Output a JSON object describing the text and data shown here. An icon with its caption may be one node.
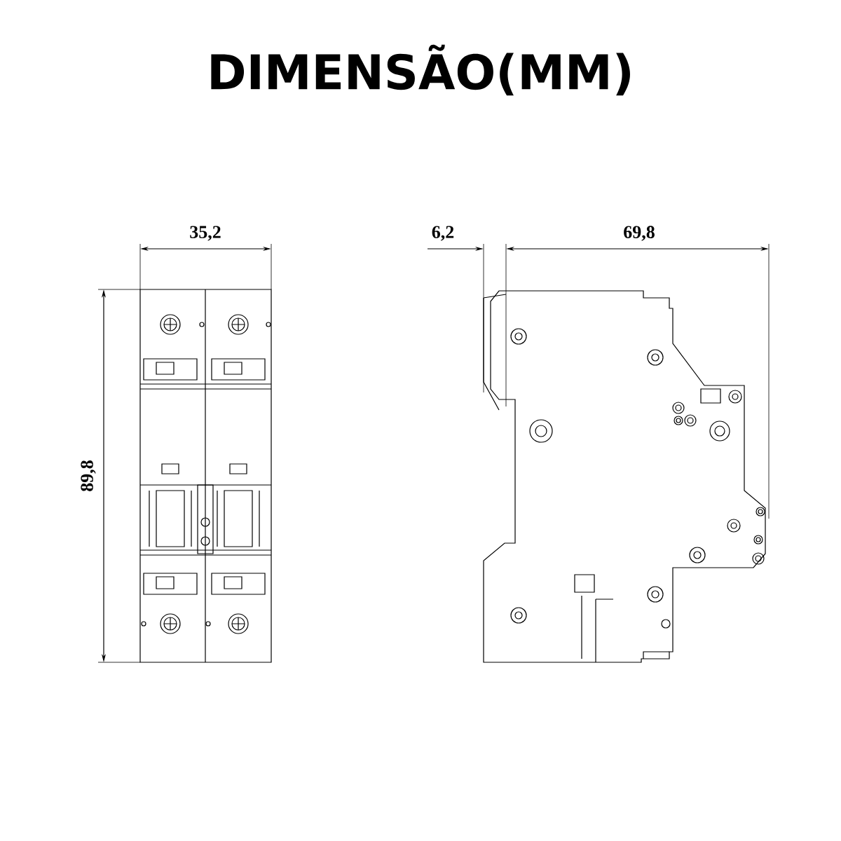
{
  "diagram": {
    "title": "DIMENSÃO(MM)",
    "labels": [
      "35,2",
      "6,2",
      "69,8",
      "89,8"
    ]
  }
}
